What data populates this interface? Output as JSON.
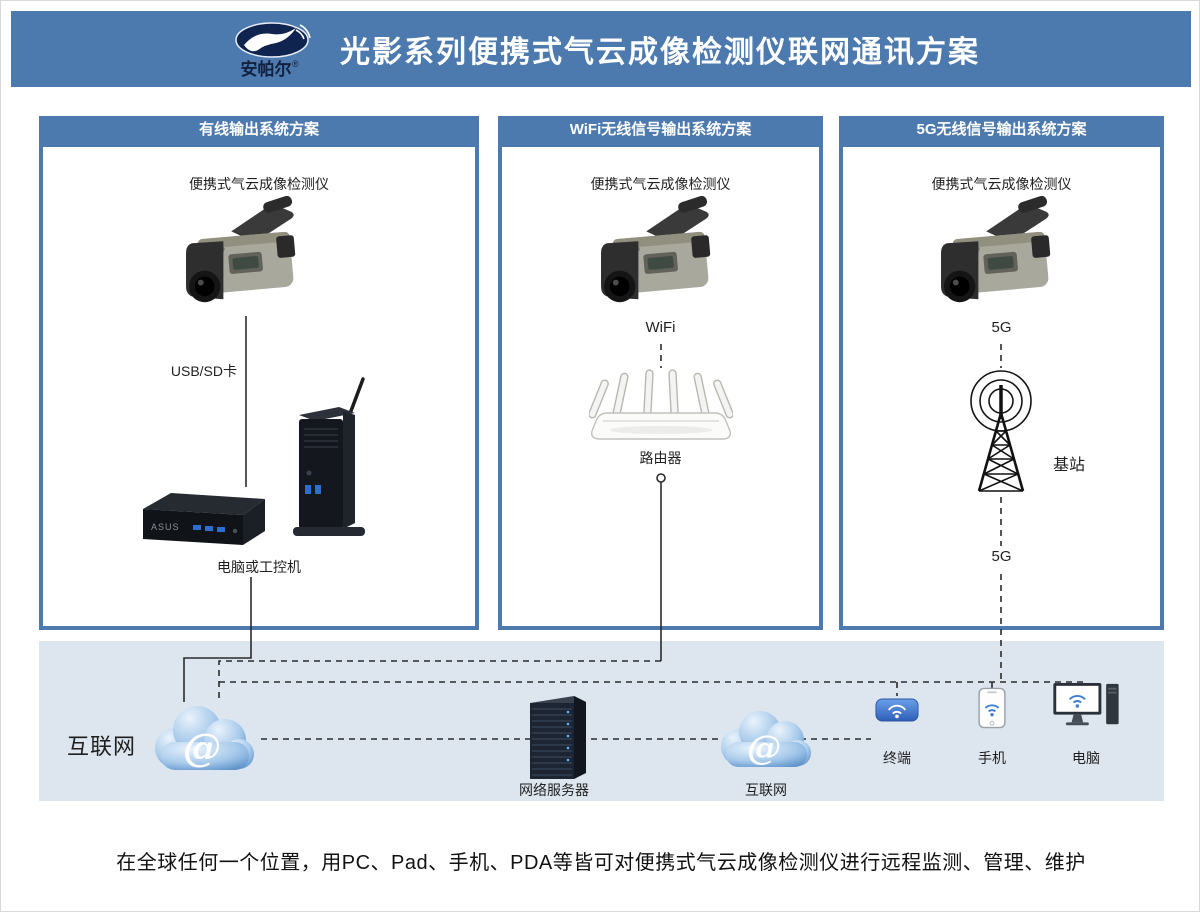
{
  "colors": {
    "header_blue": "#4d7aae",
    "panel_blue": "#4d7aae",
    "band_bg": "#dde6ef",
    "line_color": "#2b2b2b",
    "text_dark": "#1f1f1f",
    "cloud_blue": "#4e86c4",
    "wifi_accent": "#3f7fd6"
  },
  "header": {
    "title": "光影系列便携式气云成像检测仪联网通讯方案",
    "logo_text": "安帕尔",
    "logo_reg": "®"
  },
  "panels": [
    {
      "title": "有线输出系统方案",
      "device_label": "便携式气云成像检测仪",
      "connection_label": "USB/SD卡",
      "pc_brand": "ASUS",
      "bottom_label": "电脑或工控机"
    },
    {
      "title": "WiFi无线信号输出系统方案",
      "device_label": "便携式气云成像检测仪",
      "connection_label": "WiFi",
      "bottom_label": "路由器"
    },
    {
      "title": "5G无线信号输出系统方案",
      "device_label": "便携式气云成像检测仪",
      "connection_label": "5G",
      "station_label": "基站",
      "connection_label_2": "5G"
    }
  ],
  "band": {
    "internet_label_left": "互联网",
    "cloud_symbol": "@",
    "server_label": "网络服务器",
    "cloud_right_label": "互联网",
    "terminal_label": "终端",
    "phone_label": "手机",
    "computer_label": "电脑"
  },
  "footer": {
    "caption": "在全球任何一个位置，用PC、Pad、手机、PDA等皆可对便携式气云成像检测仪进行远程监测、管理、维护"
  },
  "icons": {
    "logo": "brand-bird-logo",
    "camera": "thermal-camera-icon",
    "router": "wifi-router-icon",
    "base_station": "cell-tower-icon",
    "cloud": "internet-cloud-icon",
    "server": "server-rack-icon",
    "terminal": "wifi-terminal-icon",
    "phone": "smartphone-icon",
    "computer": "desktop-computer-icon",
    "mini_pc": "mini-pc-icon",
    "tower_pc": "tower-pc-icon"
  }
}
